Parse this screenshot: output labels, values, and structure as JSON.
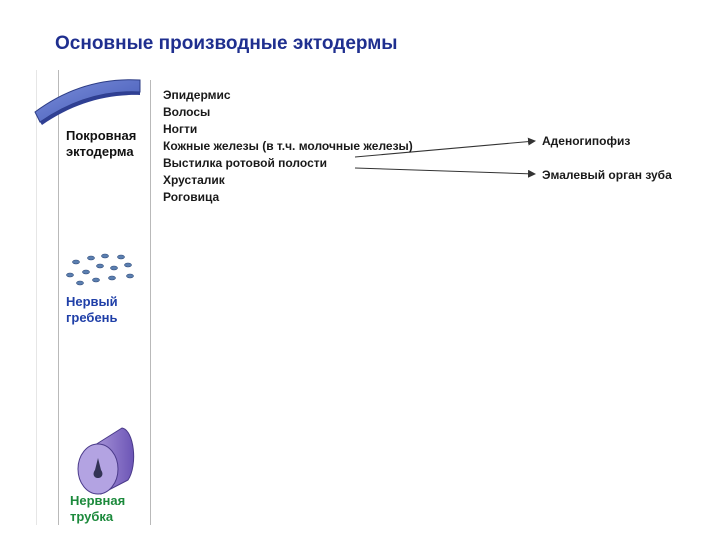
{
  "title": "Основные производные эктодермы",
  "layers": [
    {
      "label": [
        "Покровная",
        "эктодерма"
      ],
      "color": "#111111",
      "icon": "ectoderm-sheet-icon"
    },
    {
      "label": [
        "Нервый",
        "гребень"
      ],
      "color": "#1f3fa8",
      "icon": "neural-crest-cells-icon"
    },
    {
      "label": [
        "Нервная",
        "трубка"
      ],
      "color": "#1c8a3c",
      "icon": "neural-tube-icon"
    }
  ],
  "derivatives": [
    "Эпидермис",
    "Волосы",
    "Ногти",
    "Кожные железы (в т.ч. молочные железы)",
    "Выстилка ротовой полости",
    "Хрусталик",
    "Роговица"
  ],
  "targets": [
    "Аденогипофиз",
    "Эмалевый орган зуба"
  ],
  "colors": {
    "title": "#1f2f8f",
    "sheet": "#4d64c4",
    "tube": "#8b74c9",
    "cells": "#5b7fb0"
  }
}
